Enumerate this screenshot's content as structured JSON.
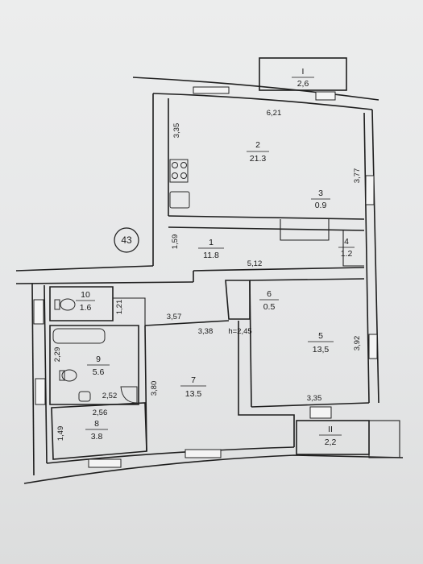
{
  "plan": {
    "building_no": "43",
    "height_note": "h=2,45",
    "rooms": [
      {
        "id": "r1",
        "num": "1",
        "area": "11.8"
      },
      {
        "id": "r2",
        "num": "2",
        "area": "21.3"
      },
      {
        "id": "r3",
        "num": "3",
        "area": "0.9"
      },
      {
        "id": "r4",
        "num": "4",
        "area": "1.2"
      },
      {
        "id": "r5",
        "num": "5",
        "area": "13,5"
      },
      {
        "id": "r6",
        "num": "6",
        "area": "0.5"
      },
      {
        "id": "r7",
        "num": "7",
        "area": "13.5"
      },
      {
        "id": "r8",
        "num": "8",
        "area": "3.8"
      },
      {
        "id": "r9",
        "num": "9",
        "area": "5.6"
      },
      {
        "id": "r10",
        "num": "10",
        "area": "1.6"
      },
      {
        "id": "rI",
        "num": "I",
        "area": "2,6"
      },
      {
        "id": "rII",
        "num": "II",
        "area": "2,2"
      }
    ],
    "dimensions": [
      {
        "id": "d1",
        "text": "6,21"
      },
      {
        "id": "d2",
        "text": "3,35"
      },
      {
        "id": "d3",
        "text": "3,77"
      },
      {
        "id": "d4",
        "text": "1,59"
      },
      {
        "id": "d5",
        "text": "5,12"
      },
      {
        "id": "d6",
        "text": "1,21"
      },
      {
        "id": "d7",
        "text": "3,57"
      },
      {
        "id": "d8",
        "text": "3,38"
      },
      {
        "id": "d9",
        "text": "3,92"
      },
      {
        "id": "d10",
        "text": "2,29"
      },
      {
        "id": "d11",
        "text": "2,52"
      },
      {
        "id": "d12",
        "text": "3,80"
      },
      {
        "id": "d13",
        "text": "3,35"
      },
      {
        "id": "d14",
        "text": "2,56"
      },
      {
        "id": "d15",
        "text": "1,49"
      }
    ]
  }
}
